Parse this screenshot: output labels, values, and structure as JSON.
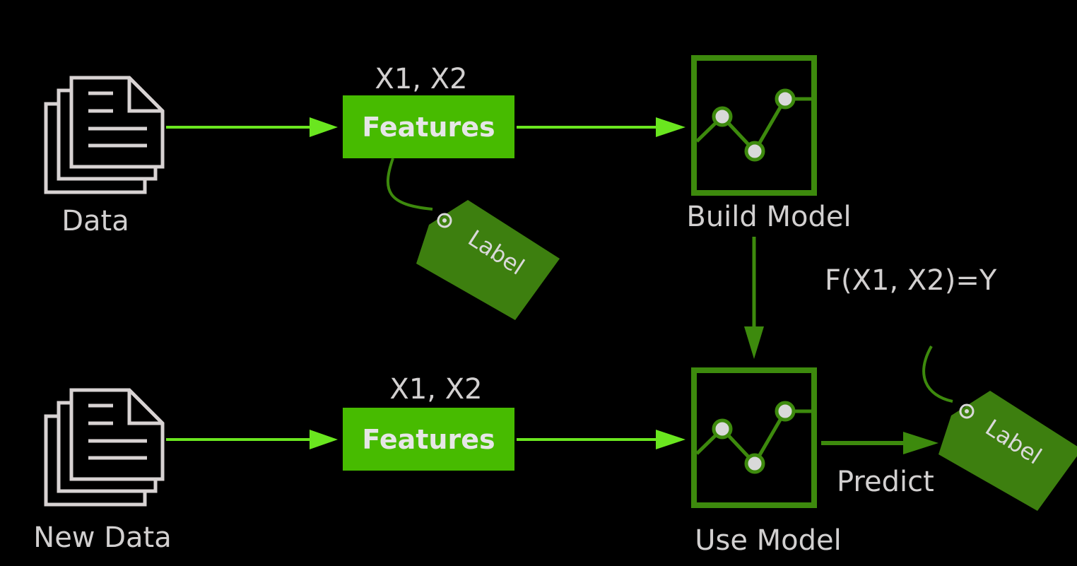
{
  "colors": {
    "background": "#000000",
    "text_gray": "#d2d0d0",
    "doc_stroke": "#d8d3d3",
    "feature_fill": "#47bb00",
    "feature_text": "#e6e6e6",
    "flow_arrow": "#6ae61f",
    "model_green": "#3d8a0d",
    "tag_fill": "#3d7f0f",
    "node_fill": "#d9d9d9"
  },
  "icons": [
    "documents-icon",
    "model-chart-icon",
    "label-tag-icon",
    "tag-hole-icon"
  ],
  "top_row": {
    "data_label": "Data",
    "features_caption": "X1, X2",
    "features_label": "Features",
    "tag_label": "Label",
    "model_label": "Build Model"
  },
  "bottom_row": {
    "data_label": "New Data",
    "features_caption": "X1, X2",
    "features_label": "Features",
    "model_label": "Use Model",
    "predict_label": "Predict",
    "tag_label": "Label"
  },
  "function_label": "F(X1, X2)=Y"
}
